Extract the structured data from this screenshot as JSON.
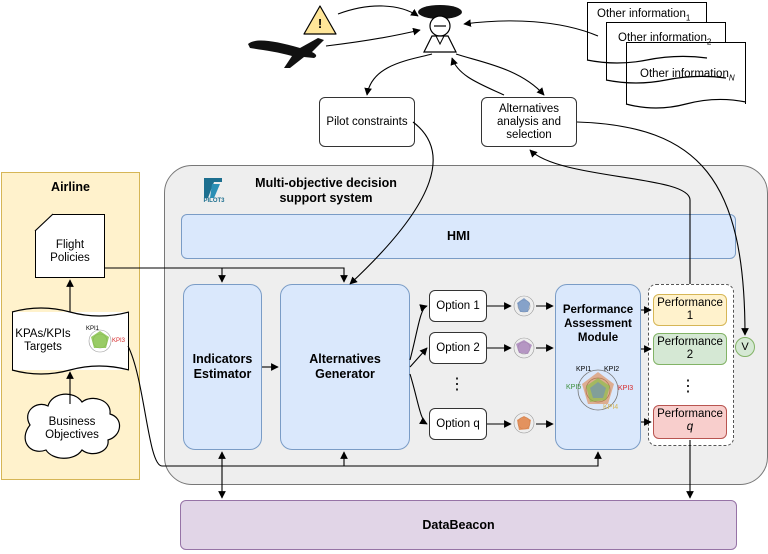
{
  "airline": {
    "title": "Airline",
    "flight_policies": "Flight\nPolicies",
    "kpas_targets": "KPAs/KPIs\nTargets",
    "business_objectives": "Business\nObjectives"
  },
  "top": {
    "other_info": [
      "Other information",
      "Other information",
      "Other information"
    ],
    "other_info_sub": [
      "1",
      "2",
      "N"
    ],
    "warning_glyph": "!",
    "pilot_constraints": "Pilot constraints",
    "alternatives_analysis": "Alternatives\nanalysis and\nselection"
  },
  "system": {
    "logo_text": "PILOT3",
    "title": "Multi-objective decision\nsupport system",
    "hmi": "HMI",
    "indicators_estimator": "Indicators\nEstimator",
    "alternatives_generator": "Alternatives\nGenerator",
    "options": [
      "Option 1",
      "Option 2",
      "Option q"
    ],
    "ellipsis": "⋮",
    "performance_assessment": "Performance\nAssessment\nModule",
    "performances": [
      {
        "label": "Performance",
        "sub": "1",
        "color": "#fff2cc",
        "border": "#d6b656"
      },
      {
        "label": "Performance",
        "sub": "2",
        "color": "#d5e8d4",
        "border": "#82b366"
      },
      {
        "label": "Performance",
        "sub": "q",
        "color": "#f8cecc",
        "border": "#b85450"
      }
    ],
    "validation": "V",
    "databeacon": "DataBeacon"
  },
  "kpi_labels": [
    "KPI1",
    "KPI2",
    "KPI3",
    "KPI4",
    "KPI5"
  ],
  "colors": {
    "airline_bg": "#fff2cc",
    "airline_border": "#d6b656",
    "system_bg": "#eeeeee",
    "blue": "#dae8fc",
    "purple": "#e1d5e7",
    "radar_blue": "#6c8ebf",
    "radar_purple": "#a680b8",
    "radar_orange": "#e07b39",
    "radar_green": "#7fbf3f"
  }
}
